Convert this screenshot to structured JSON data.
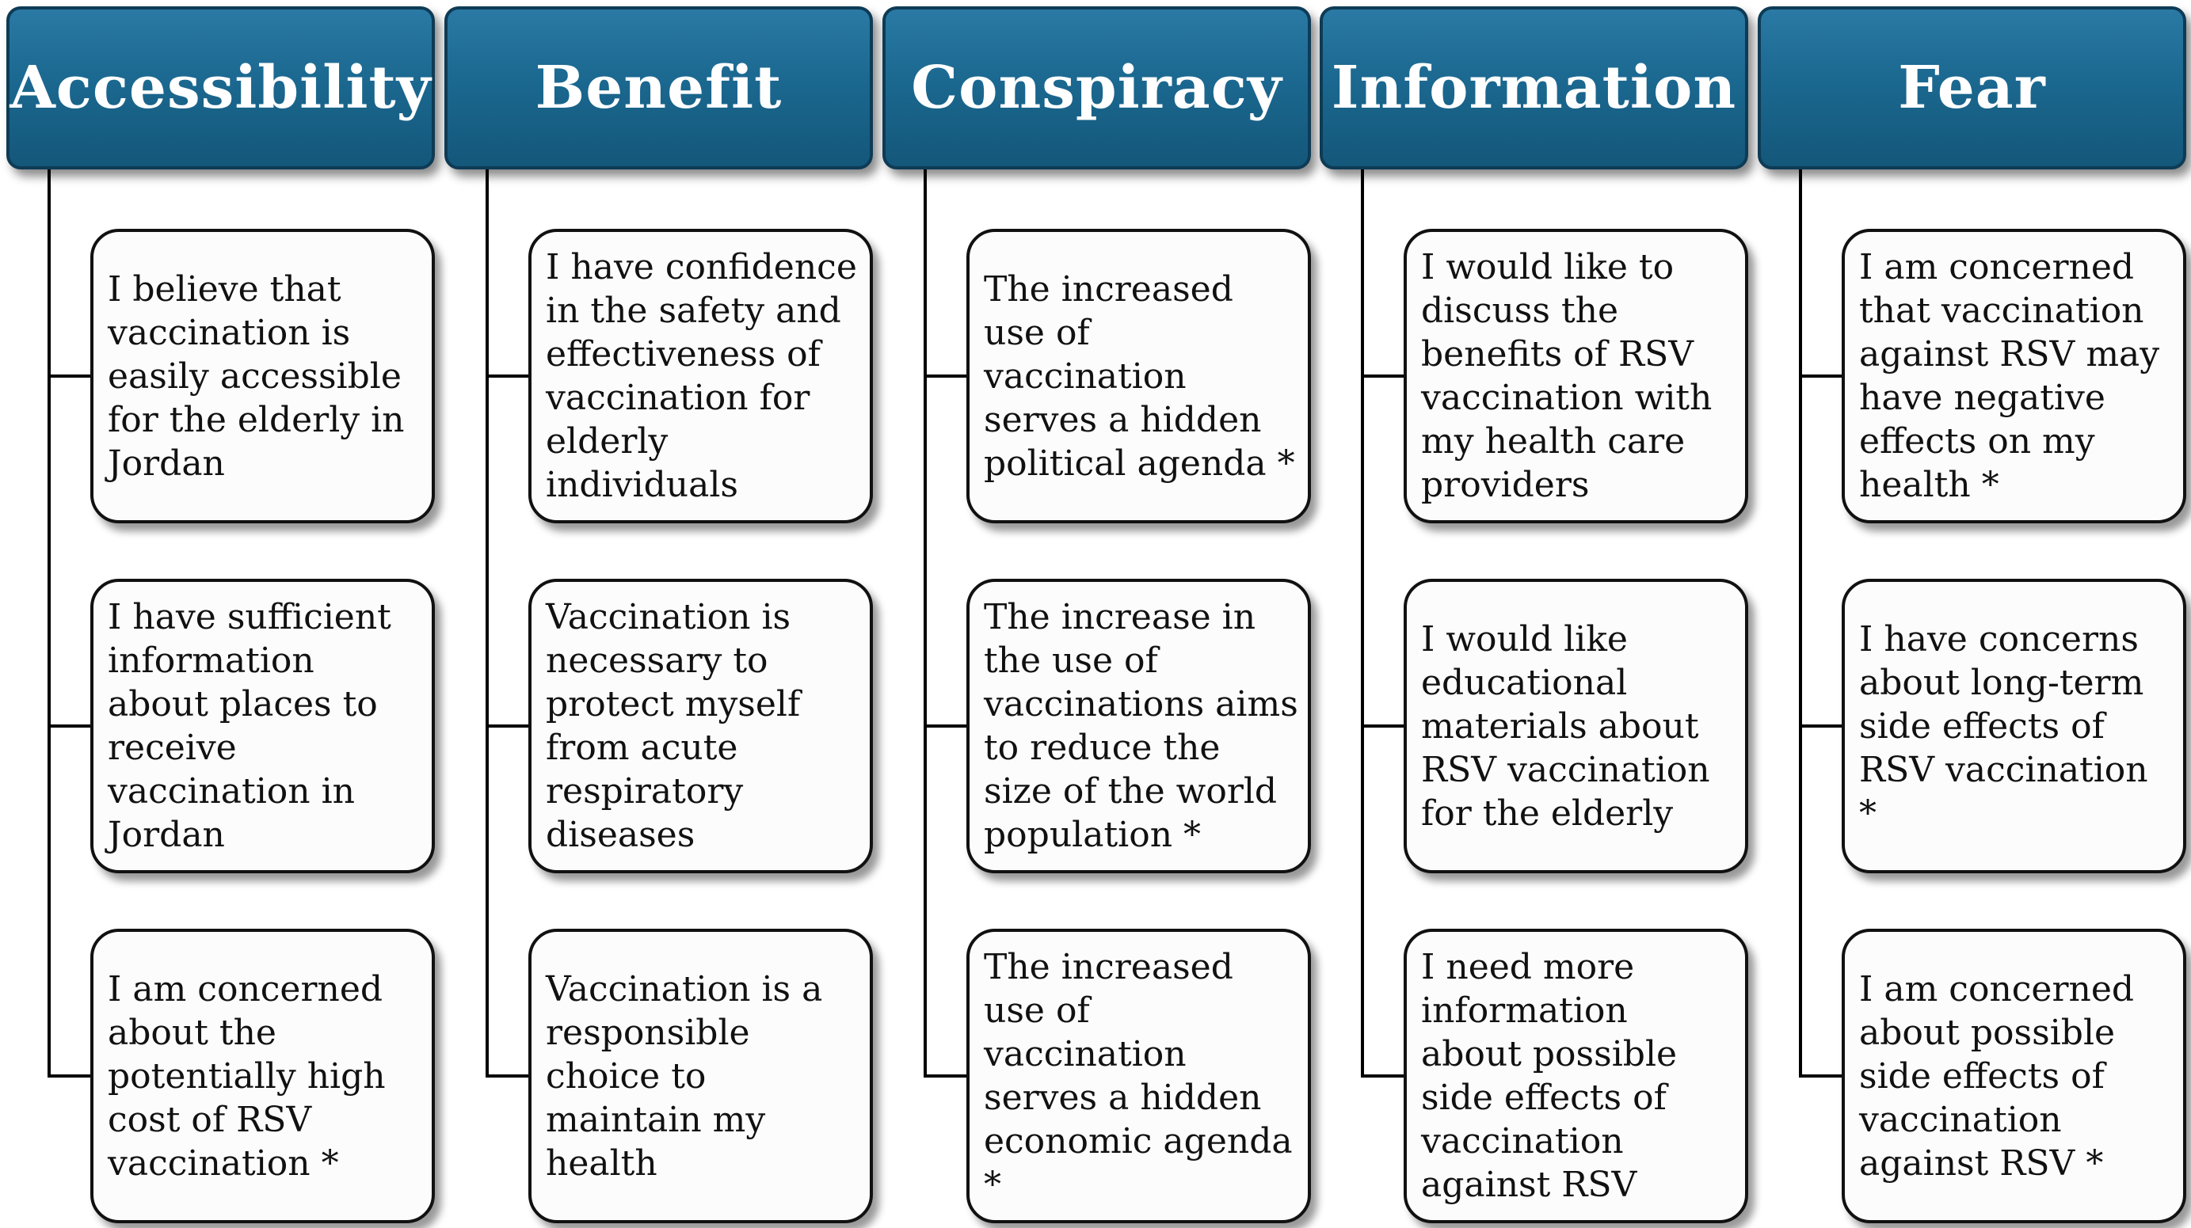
{
  "columns": [
    {
      "title": "Accessibility",
      "items": [
        "I believe that vaccination is easily accessible for the elderly in Jordan",
        "I have sufficient information about places to receive vaccination in Jordan",
        "I am concerned about the potentially high cost of RSV vaccination *"
      ]
    },
    {
      "title": "Benefit",
      "items": [
        "I have confidence in the safety and effectiveness of vaccination for elderly individuals",
        "Vaccination is necessary to protect myself from acute respiratory diseases",
        "Vaccination is a responsible choice to maintain my health"
      ]
    },
    {
      "title": "Conspiracy",
      "items": [
        "The increased use of vaccination serves a hidden political agenda *",
        "The increase in the use of vaccinations aims to reduce the size of the world population *",
        "The increased use of vaccination serves a hidden economic agenda *"
      ]
    },
    {
      "title": "Information",
      "items": [
        "I would like to discuss the benefits of RSV vaccination with my health care providers",
        "I would like educational materials about RSV vaccination for the elderly",
        "I need more information about possible side effects of vaccination against RSV"
      ]
    },
    {
      "title": "Fear",
      "items": [
        "I am concerned that vaccination against RSV may have negative effects on my health *",
        "I have concerns about long-term side effects of RSV vaccination *",
        "I am concerned about possible side effects of vaccination against RSV *"
      ]
    }
  ],
  "colors": {
    "header_fill": "#1b6890",
    "header_border": "#0e3b55",
    "box_fill": "#fcfcfc",
    "line": "#000000"
  }
}
